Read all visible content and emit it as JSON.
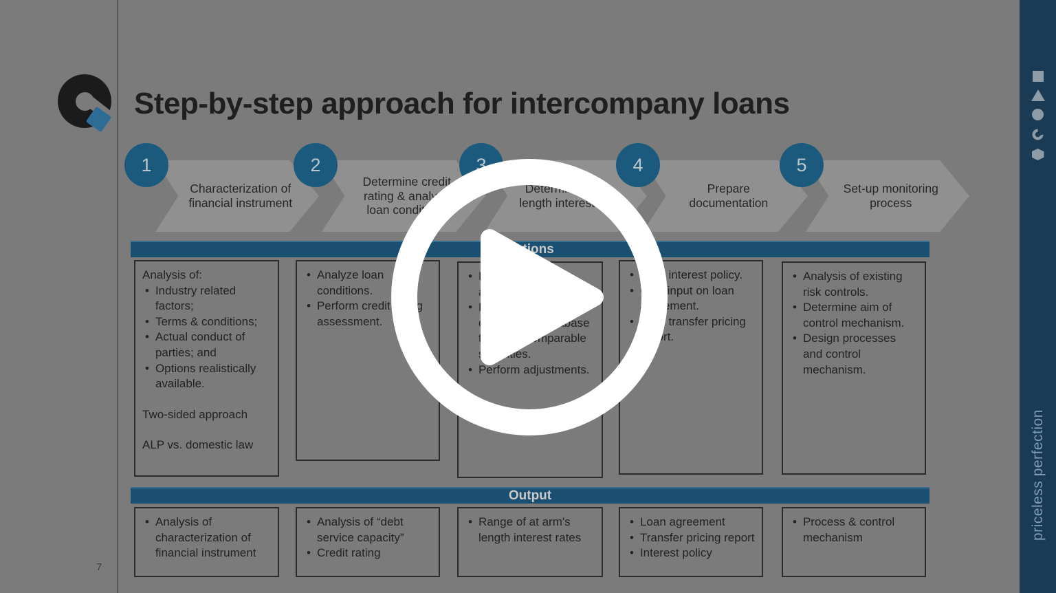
{
  "slide": {
    "title": "Step-by-step approach for intercompany loans",
    "page_number": "7",
    "actions_label": "Actions",
    "output_label": "Output",
    "steps": [
      {
        "number": "1",
        "label": "Characterization of financial instrument"
      },
      {
        "number": "2",
        "label": "Determine credit rating & analyze loan conditions"
      },
      {
        "number": "3",
        "label": "Determine arm's length interest rate"
      },
      {
        "number": "4",
        "label": "Prepare documentation"
      },
      {
        "number": "5",
        "label": "Set-up monitoring process"
      }
    ],
    "actions": [
      {
        "intro": "Analysis of:",
        "bullets": [
          "Industry related factors;",
          "Terms & conditions;",
          "Actual conduct of parties; and",
          "Options realistically available."
        ],
        "note1": "Two-sided approach",
        "note2": "ALP vs. domestic law"
      },
      {
        "bullets": [
          "Analyze loan conditions.",
          "Perform credit rating assessment."
        ]
      },
      {
        "bullets": [
          "Determine appropriate method.",
          "Perform search in commercial database to select comparable securities.",
          "Perform adjustments."
        ]
      },
      {
        "bullets": [
          "Draft interest policy.",
          "Give input on loan agreement.",
          "Draft transfer pricing report."
        ]
      },
      {
        "bullets": [
          "Analysis of existing risk controls.",
          "Determine aim of control mechanism.",
          "Design processes and control mechanism."
        ]
      }
    ],
    "outputs": [
      {
        "bullets": [
          "Analysis of characterization of financial instrument"
        ]
      },
      {
        "bullets": [
          "Analysis of “debt service capacity”",
          "Credit rating"
        ]
      },
      {
        "bullets": [
          "Range of at arm's length interest rates"
        ]
      },
      {
        "bullets": [
          "Loan agreement",
          "Transfer pricing report",
          "Interest policy"
        ]
      },
      {
        "bullets": [
          "Process & control mechanism"
        ]
      }
    ]
  },
  "sidebar": {
    "vertical_text": "priceless perfection",
    "icons": [
      "square-icon",
      "triangle-icon",
      "circle-icon",
      "comma-icon",
      "hexagon-icon"
    ]
  },
  "player": {
    "overlay_icon": "play-button"
  },
  "colors": {
    "slide_background": "#7b7b7b",
    "section_bar_blue": "#1a4f72",
    "step_circle_blue": "#1c5a7d",
    "sidebar_navy": "#1b3a53",
    "logo_blue": "#2d6d95",
    "play_button_white": "#ffffff"
  }
}
